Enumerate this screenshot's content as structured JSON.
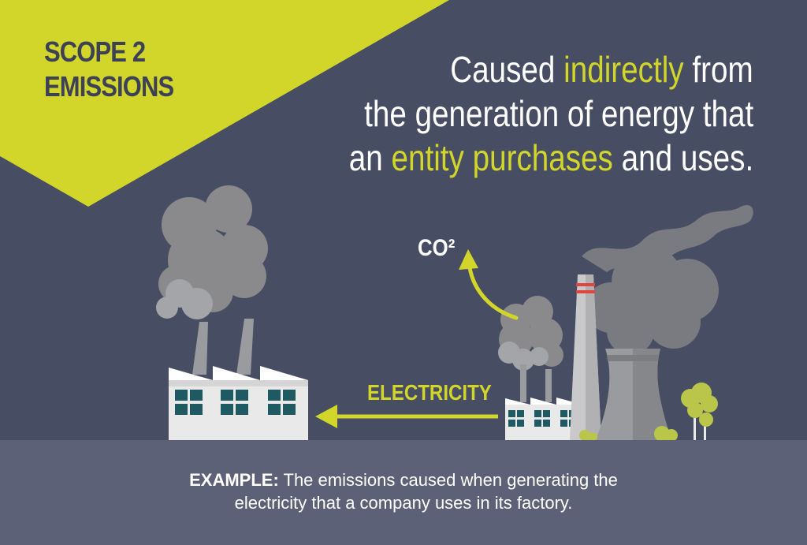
{
  "badge": {
    "line1": "SCOPE 2",
    "line2": "EMISSIONS"
  },
  "headline": {
    "line1": {
      "a": "Caused ",
      "b": "indirectly",
      "c": " from"
    },
    "line2": "the generation of energy that",
    "line3": {
      "a": "an ",
      "b": "entity purchases",
      "c": " and uses."
    }
  },
  "labels": {
    "co2": "CO²",
    "electricity": "ELECTRICITY"
  },
  "example": {
    "label": "EXAMPLE:",
    "line1": " The emissions caused when generating the",
    "line2": "electricity that a company uses in its factory."
  },
  "colors": {
    "background": "#474d62",
    "accent": "#d2d62b",
    "ground": "#5c6178",
    "badge_text": "#3d4155",
    "smoke": "#8a8a8c",
    "smoke_dark": "#7a7b80",
    "building": "#e9e9e9",
    "window": "#1f5a63",
    "stack_stripe": "#e0453c",
    "tree": "#b9c64a",
    "text": "#ffffff"
  },
  "icons": [
    "factory-icon",
    "power-plant-icon",
    "cooling-tower-icon",
    "smoke-icon",
    "tree-icon",
    "arrow-icon"
  ]
}
